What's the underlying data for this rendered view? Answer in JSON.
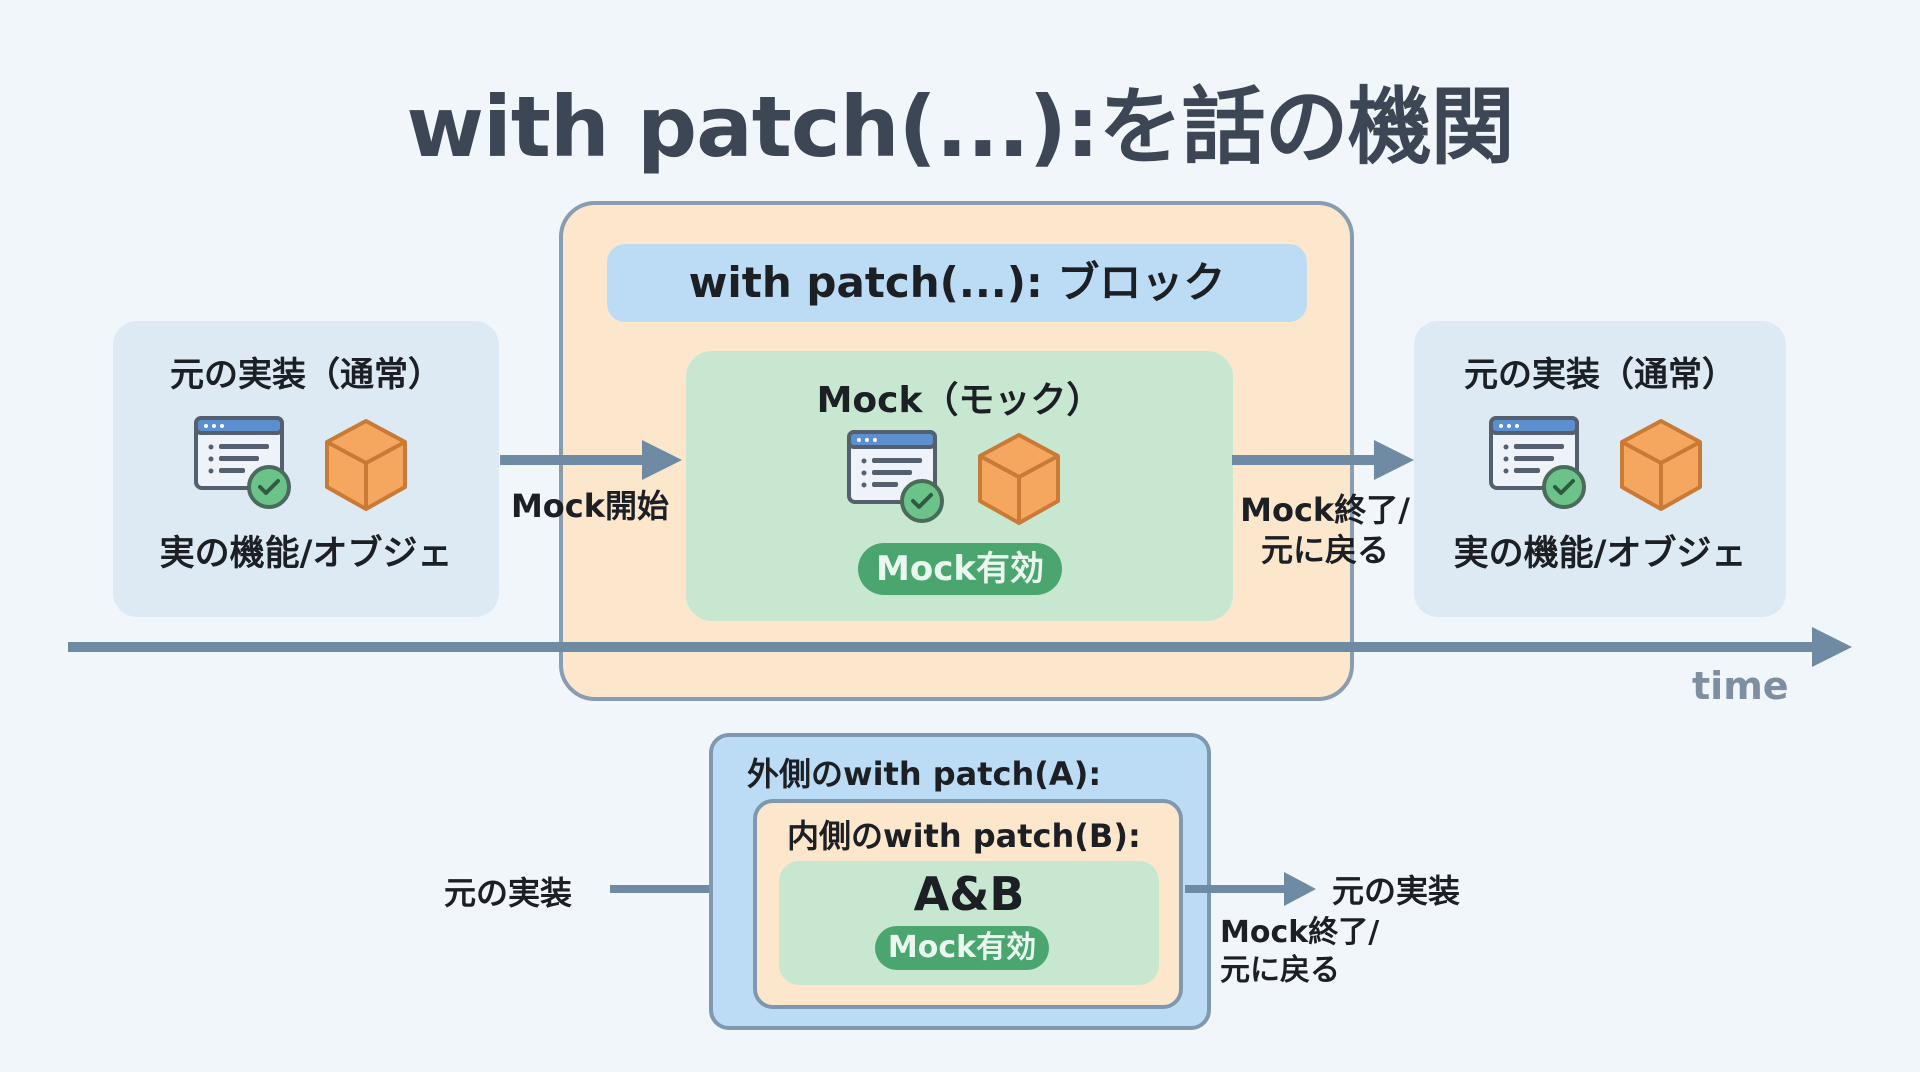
{
  "title": "with patch(...):を話の機関",
  "colors": {
    "background": "#f1f6fa",
    "arrow": "#6f8aa3",
    "patch_block_fill": "#fde7cc",
    "patch_header_fill": "#bcdcf5",
    "mock_fill": "#c7e7d1",
    "pill_fill": "#4aa56e",
    "cube_fill": "#f6a75f",
    "cube_stroke": "#c97a35",
    "check_fill": "#6cc38a",
    "window_header": "#5b8fd0"
  },
  "timeline": {
    "before": {
      "title": "元の実装（通常）",
      "label": "実の機能/オブジェ",
      "icons": [
        "window-check-icon",
        "cube-icon"
      ]
    },
    "start_label": "Mock開始",
    "patch_block": {
      "header": "with patch(...): ブロック",
      "mock": {
        "title": "Mock（モック）",
        "icons": [
          "window-check-icon",
          "cube-icon"
        ],
        "badge": "Mock有効"
      }
    },
    "end_label_line1": "Mock終了/",
    "end_label_line2": "元に戻る",
    "after": {
      "title": "元の実装（通常）",
      "label": "実の機能/オブジェ",
      "icons": [
        "window-check-icon",
        "cube-icon"
      ]
    },
    "axis_label": "time"
  },
  "nested": {
    "input_label": "元の実装",
    "outer_label": "外側のwith patch(A):",
    "inner_label": "内側のwith patch(B):",
    "core_label": "A&B",
    "badge": "Mock有効",
    "output_label": "元の実装",
    "end_label_line1": "Mock終了/",
    "end_label_line2": "元に戻る"
  }
}
